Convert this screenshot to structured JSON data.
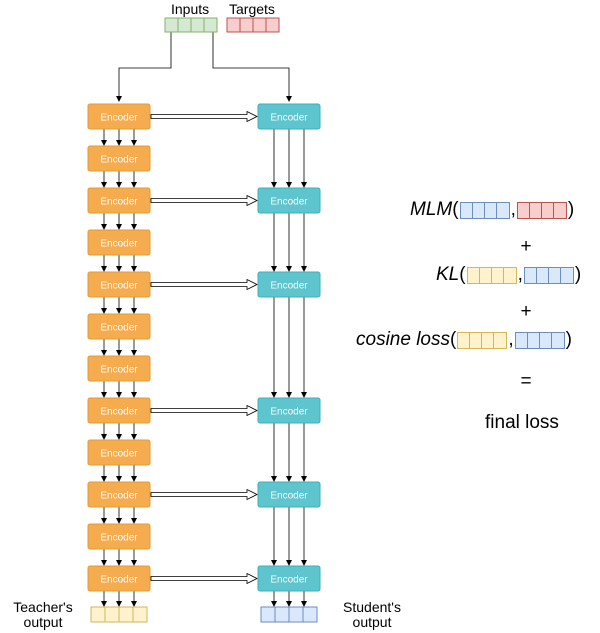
{
  "header": {
    "inputs_label": "Inputs",
    "targets_label": "Targets"
  },
  "teacher": {
    "block_label": "Encoder",
    "block_count": 12,
    "output_label_line1": "Teacher's",
    "output_label_line2": "output"
  },
  "student": {
    "block_label": "Encoder",
    "block_count": 6,
    "output_label_line1": "Student's",
    "output_label_line2": "output"
  },
  "loss": {
    "terms": [
      {
        "name": "MLM",
        "args": [
          "blue",
          "red"
        ]
      },
      {
        "name": "KL",
        "args": [
          "yellow",
          "blue"
        ]
      },
      {
        "name": "cosine loss",
        "args": [
          "yellow",
          "blue"
        ]
      }
    ],
    "open_paren": "(",
    "close_paren": ")",
    "comma": ",",
    "plus": "+",
    "equals": "=",
    "result": "final loss"
  },
  "colors": {
    "teacher_fill": "#f5ac4f",
    "teacher_stroke": "#e59a3a",
    "student_fill": "#5ec4cd",
    "student_stroke": "#3fb0ba",
    "input_fill": "#d5e8d4",
    "input_stroke": "#82b366",
    "target_fill": "#f8cecc",
    "target_stroke": "#b85450",
    "teacher_out_fill": "#fff2cc",
    "teacher_out_stroke": "#d6b656",
    "student_out_fill": "#dae8fc",
    "student_out_stroke": "#6c8ebf"
  }
}
